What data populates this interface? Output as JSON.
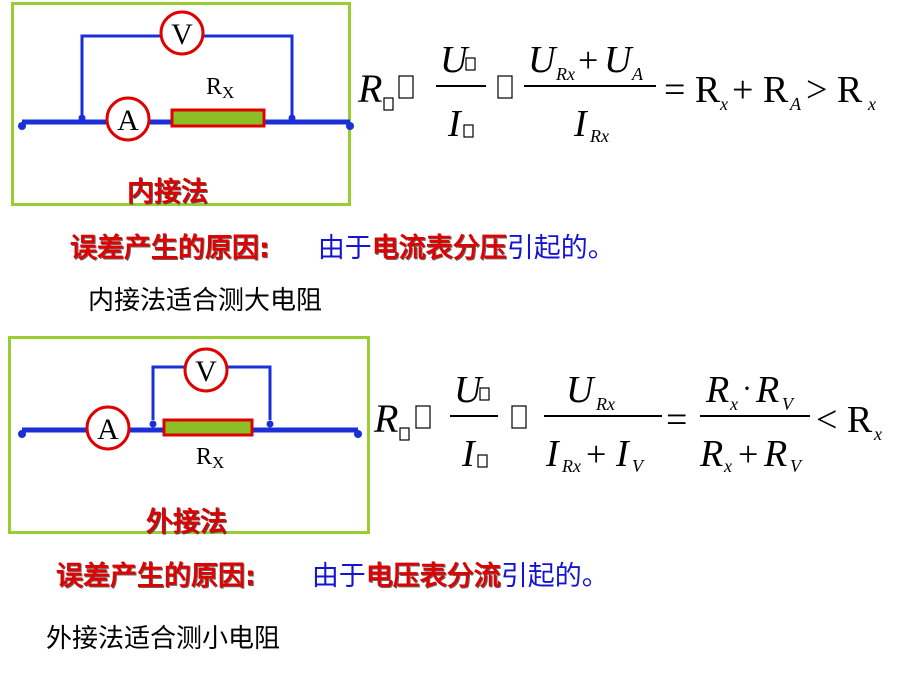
{
  "top": {
    "meter_v": "V",
    "meter_a": "A",
    "resistor_label": "R",
    "resistor_sub": "X",
    "caption": "内接法",
    "reason_label": "误差产生的原因:",
    "reason_pre": "由于",
    "reason_key": "电流表分压",
    "reason_post": "引起的。",
    "note": "内接法适合测大电阻",
    "formula": {
      "lhs": "R",
      "num1": "U",
      "den1": "I",
      "num2_a": "U",
      "num2_a_sub": "Rx",
      "num2_plus": "+",
      "num2_b": "U",
      "num2_b_sub": "A",
      "den2": "I",
      "den2_sub": "Rx",
      "rhs": "= R",
      "rhs_sub1": "x",
      "rhs_plus": "+ R",
      "rhs_sub2": "A",
      "rhs_cmp": "> R",
      "rhs_sub3": "x"
    }
  },
  "bottom": {
    "meter_v": "V",
    "meter_a": "A",
    "resistor_label": "R",
    "resistor_sub": "X",
    "caption": "外接法",
    "reason_label": "误差产生的原因:",
    "reason_pre": "由于",
    "reason_key": "电压表分流",
    "reason_post": "引起的。",
    "note": "外接法适合测小电阻",
    "formula": {
      "lhs": "R",
      "num1": "U",
      "den1": "I",
      "num2": "U",
      "num2_sub": "Rx",
      "den2_a": "I",
      "den2_a_sub": "Rx",
      "den2_plus": "+",
      "den2_b": "I",
      "den2_b_sub": "V",
      "num3_a": "R",
      "num3_a_sub": "x",
      "num3_dot": "·",
      "num3_b": "R",
      "num3_b_sub": "V",
      "den3_a": "R",
      "den3_a_sub": "x",
      "den3_plus": "+",
      "den3_b": "R",
      "den3_b_sub": "V",
      "eq": "=",
      "cmp": "< R",
      "cmp_sub": "x"
    }
  },
  "colors": {
    "wire": "#1a2fd6",
    "meter_ring": "#e00000",
    "resistor_fill": "#8cbf26",
    "resistor_border": "#e00000",
    "panel_border": "#9acd32",
    "accent_red": "#e00000",
    "accent_blue": "#1414d2"
  }
}
